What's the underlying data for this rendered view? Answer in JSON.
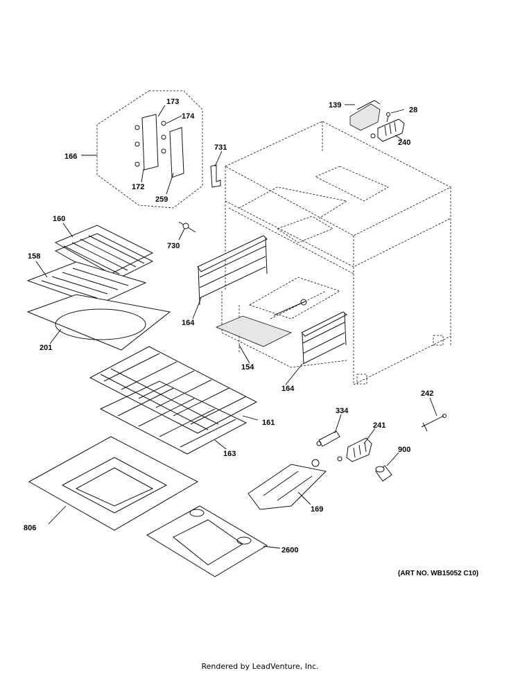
{
  "diagram": {
    "part_labels": [
      "173",
      "174",
      "166",
      "172",
      "259",
      "731",
      "139",
      "28",
      "240",
      "160",
      "158",
      "730",
      "201",
      "164",
      "154",
      "164",
      "161",
      "163",
      "334",
      "242",
      "241",
      "900",
      "806",
      "169",
      "2600"
    ],
    "art_number": "(ART NO. WB15052 C10)",
    "credit": "Rendered by LeadVenture, Inc."
  }
}
